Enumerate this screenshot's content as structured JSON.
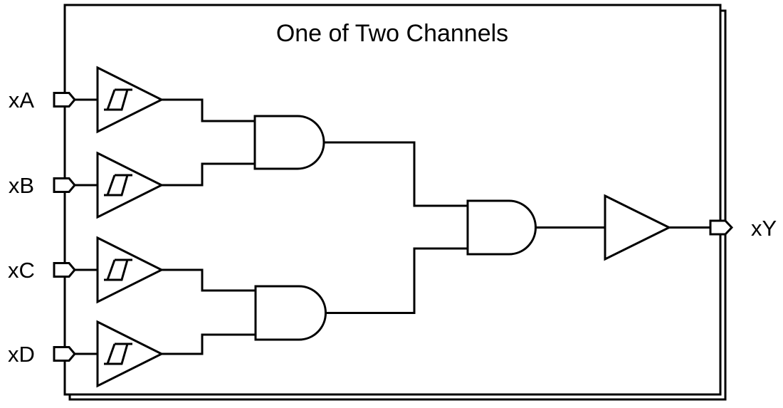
{
  "page": {
    "background_color": "#ffffff",
    "line_color": "#000000"
  },
  "diagram": {
    "title": "One of Two Channels",
    "inputs": [
      {
        "label": "xA"
      },
      {
        "label": "xB"
      },
      {
        "label": "xC"
      },
      {
        "label": "xD"
      }
    ],
    "output": {
      "label": "xY"
    },
    "icons": {
      "input_pin": "input-pin-icon",
      "output_pin": "output-pin-icon",
      "schmitt_symbol": "hysteresis-icon"
    },
    "circuit": {
      "type": "logic-schematic",
      "gates": [
        {
          "id": "buf-a",
          "type": "schmitt-trigger-buffer",
          "inputs": [
            "xA"
          ]
        },
        {
          "id": "buf-b",
          "type": "schmitt-trigger-buffer",
          "inputs": [
            "xB"
          ]
        },
        {
          "id": "buf-c",
          "type": "schmitt-trigger-buffer",
          "inputs": [
            "xC"
          ]
        },
        {
          "id": "buf-d",
          "type": "schmitt-trigger-buffer",
          "inputs": [
            "xD"
          ]
        },
        {
          "id": "and-top",
          "type": "AND",
          "inputs": [
            "buf-a",
            "buf-b"
          ]
        },
        {
          "id": "and-bottom",
          "type": "AND",
          "inputs": [
            "buf-c",
            "buf-d"
          ]
        },
        {
          "id": "and-final",
          "type": "AND",
          "inputs": [
            "and-top",
            "and-bottom"
          ]
        },
        {
          "id": "out-buffer",
          "type": "buffer",
          "inputs": [
            "and-final"
          ],
          "output": "xY"
        }
      ]
    }
  }
}
